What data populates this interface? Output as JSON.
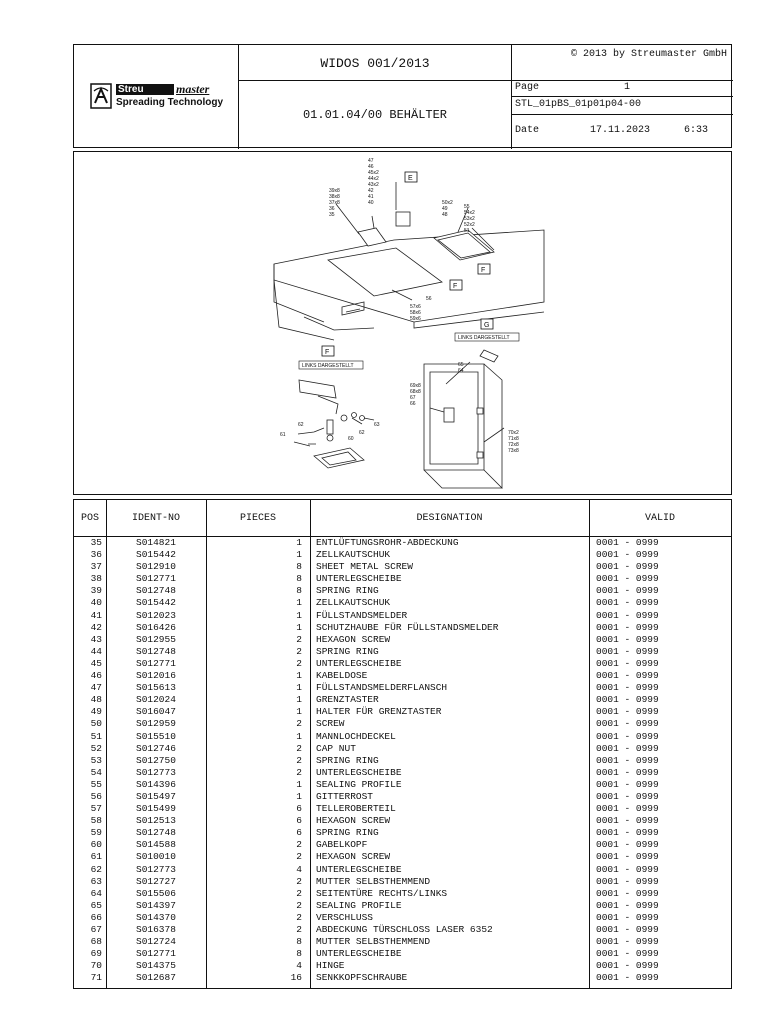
{
  "header": {
    "logo_brand": "Streu",
    "logo_script": "master",
    "logo_subtitle": "Spreading Technology",
    "title": "WIDOS 001/2013",
    "subtitle": "01.01.04/00 BEHÄLTER",
    "copyright": "© 2013 by Streumaster GmbH",
    "page_label": "Page",
    "page_value": "1",
    "doc_code": "STL_01pBS_01p01p04-00",
    "date_label": "Date",
    "date_value": "17.11.2023",
    "time_value": "6:33"
  },
  "figure": {
    "detail_e": "E",
    "detail_f": "F",
    "detail_g": "G",
    "note_links": "LINKS DARGESTELLT",
    "callouts": {
      "c47": "47",
      "c46": "46",
      "c45": "45x2",
      "c44": "44x2",
      "c43": "43x2",
      "c42": "42",
      "c41": "41",
      "c40": "40",
      "c39": "39x8",
      "c38": "38x8",
      "c37": "37x8",
      "c36": "36",
      "c35": "35",
      "c50": "50x2",
      "c49": "49",
      "c48": "48",
      "c55": "55",
      "c54": "54x2",
      "c53": "53x2",
      "c52": "52x2",
      "c51": "51",
      "c56": "56",
      "c57": "57x6",
      "c58": "58x6",
      "c59": "59x6",
      "c65": "65",
      "c64": "64",
      "c69": "69x8",
      "c68": "68x8",
      "c67": "67",
      "c66": "66",
      "c70": "70x2",
      "c71": "71x8",
      "c72": "72x8",
      "c73": "73x8",
      "c62": "62",
      "c61": "61",
      "c60": "60",
      "c63": "63",
      "c62b": "62"
    }
  },
  "table": {
    "headers": {
      "pos": "POS",
      "ident": "IDENT-NO",
      "pieces": "PIECES",
      "designation": "DESIGNATION",
      "valid": "VALID"
    },
    "rows": [
      {
        "pos": "35",
        "id": "S014821",
        "pcs": "1",
        "des": "ENTLÜFTUNGSROHR-ABDECKUNG",
        "valid": "0001 - 0999"
      },
      {
        "pos": "36",
        "id": "S015442",
        "pcs": "1",
        "des": "ZELLKAUTSCHUK",
        "valid": "0001 - 0999"
      },
      {
        "pos": "37",
        "id": "S012910",
        "pcs": "8",
        "des": "SHEET METAL SCREW",
        "valid": "0001 - 0999"
      },
      {
        "pos": "38",
        "id": "S012771",
        "pcs": "8",
        "des": "UNTERLEGSCHEIBE",
        "valid": "0001 - 0999"
      },
      {
        "pos": "39",
        "id": "S012748",
        "pcs": "8",
        "des": "SPRING RING",
        "valid": "0001 - 0999"
      },
      {
        "pos": "40",
        "id": "S015442",
        "pcs": "1",
        "des": "ZELLKAUTSCHUK",
        "valid": "0001 - 0999"
      },
      {
        "pos": "41",
        "id": "S012023",
        "pcs": "1",
        "des": "FÜLLSTANDSMELDER",
        "valid": "0001 - 0999"
      },
      {
        "pos": "42",
        "id": "S016426",
        "pcs": "1",
        "des": "SCHUTZHAUBE FÜR FÜLLSTANDSMELDER",
        "valid": "0001 - 0999"
      },
      {
        "pos": "43",
        "id": "S012955",
        "pcs": "2",
        "des": "HEXAGON SCREW",
        "valid": "0001 - 0999"
      },
      {
        "pos": "44",
        "id": "S012748",
        "pcs": "2",
        "des": "SPRING RING",
        "valid": "0001 - 0999"
      },
      {
        "pos": "45",
        "id": "S012771",
        "pcs": "2",
        "des": "UNTERLEGSCHEIBE",
        "valid": "0001 - 0999"
      },
      {
        "pos": "46",
        "id": "S012016",
        "pcs": "1",
        "des": "KABELDOSE",
        "valid": "0001 - 0999"
      },
      {
        "pos": "47",
        "id": "S015613",
        "pcs": "1",
        "des": "FÜLLSTANDSMELDERFLANSCH",
        "valid": "0001 - 0999"
      },
      {
        "pos": "48",
        "id": "S012024",
        "pcs": "1",
        "des": "GRENZTASTER",
        "valid": "0001 - 0999"
      },
      {
        "pos": "49",
        "id": "S016047",
        "pcs": "1",
        "des": "HALTER FÜR GRENZTASTER",
        "valid": "0001 - 0999"
      },
      {
        "pos": "50",
        "id": "S012959",
        "pcs": "2",
        "des": "SCREW",
        "valid": "0001 - 0999"
      },
      {
        "pos": "51",
        "id": "S015510",
        "pcs": "1",
        "des": "MANNLOCHDECKEL",
        "valid": "0001 - 0999"
      },
      {
        "pos": "52",
        "id": "S012746",
        "pcs": "2",
        "des": "CAP NUT",
        "valid": "0001 - 0999"
      },
      {
        "pos": "53",
        "id": "S012750",
        "pcs": "2",
        "des": "SPRING RING",
        "valid": "0001 - 0999"
      },
      {
        "pos": "54",
        "id": "S012773",
        "pcs": "2",
        "des": "UNTERLEGSCHEIBE",
        "valid": "0001 - 0999"
      },
      {
        "pos": "55",
        "id": "S014396",
        "pcs": "1",
        "des": "SEALING PROFILE",
        "valid": "0001 - 0999"
      },
      {
        "pos": "56",
        "id": "S015497",
        "pcs": "1",
        "des": "GITTERROST",
        "valid": "0001 - 0999"
      },
      {
        "pos": "57",
        "id": "S015499",
        "pcs": "6",
        "des": "TELLEROBERTEIL",
        "valid": "0001 - 0999"
      },
      {
        "pos": "58",
        "id": "S012513",
        "pcs": "6",
        "des": "HEXAGON SCREW",
        "valid": "0001 - 0999"
      },
      {
        "pos": "59",
        "id": "S012748",
        "pcs": "6",
        "des": "SPRING RING",
        "valid": "0001 - 0999"
      },
      {
        "pos": "60",
        "id": "S014588",
        "pcs": "2",
        "des": "GABELKOPF",
        "valid": "0001 - 0999"
      },
      {
        "pos": "61",
        "id": "S010010",
        "pcs": "2",
        "des": "HEXAGON SCREW",
        "valid": "0001 - 0999"
      },
      {
        "pos": "62",
        "id": "S012773",
        "pcs": "4",
        "des": "UNTERLEGSCHEIBE",
        "valid": "0001 - 0999"
      },
      {
        "pos": "63",
        "id": "S012727",
        "pcs": "2",
        "des": "MUTTER SELBSTHEMMEND",
        "valid": "0001 - 0999"
      },
      {
        "pos": "64",
        "id": "S015506",
        "pcs": "2",
        "des": "SEITENTÜRE RECHTS/LINKS",
        "valid": "0001 - 0999"
      },
      {
        "pos": "65",
        "id": "S014397",
        "pcs": "2",
        "des": "SEALING PROFILE",
        "valid": "0001 - 0999"
      },
      {
        "pos": "66",
        "id": "S014370",
        "pcs": "2",
        "des": "VERSCHLUSS",
        "valid": "0001 - 0999"
      },
      {
        "pos": "67",
        "id": "S016378",
        "pcs": "2",
        "des": "ABDECKUNG TÜRSCHLOSS LASER 6352",
        "valid": "0001 - 0999"
      },
      {
        "pos": "68",
        "id": "S012724",
        "pcs": "8",
        "des": "MUTTER SELBSTHEMMEND",
        "valid": "0001 - 0999"
      },
      {
        "pos": "69",
        "id": "S012771",
        "pcs": "8",
        "des": "UNTERLEGSCHEIBE",
        "valid": "0001 - 0999"
      },
      {
        "pos": "70",
        "id": "S014375",
        "pcs": "4",
        "des": "HINGE",
        "valid": "0001 - 0999"
      },
      {
        "pos": "71",
        "id": "S012687",
        "pcs": "16",
        "des": "SENKKOPFSCHRAUBE",
        "valid": "0001 - 0999"
      }
    ]
  }
}
